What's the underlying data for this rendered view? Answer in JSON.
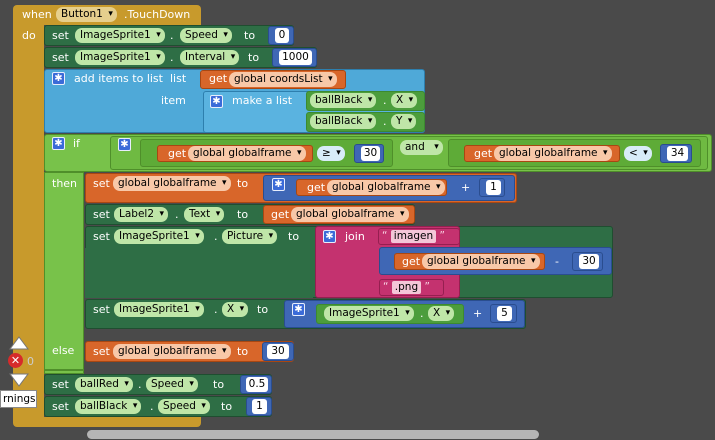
{
  "event": {
    "when": "when",
    "component": "Button1",
    "event": ".TouchDown",
    "do": "do"
  },
  "stmt1": {
    "set": "set",
    "component": "ImageSprite1",
    "dot": ".",
    "prop": "Speed",
    "to": "to",
    "value": "0"
  },
  "stmt2": {
    "set": "set",
    "component": "ImageSprite1",
    "dot": ".",
    "prop": "Interval",
    "to": "to",
    "value": "1000"
  },
  "stmt3": {
    "label": "add items to list",
    "list": "list",
    "get": "get",
    "var": "global coordsList",
    "item": "item",
    "makelist": "make a list",
    "item1_comp": "ballBlack",
    "item1_dot": ".",
    "item1_prop": "X",
    "item2_comp": "ballBlack",
    "item2_dot": ".",
    "item2_prop": "Y"
  },
  "if_block": {
    "if": "if",
    "cond1": {
      "get": "get",
      "var": "global globalframe",
      "op": "≥",
      "value": "30"
    },
    "and": "and",
    "cond2": {
      "get": "get",
      "var": "global globalframe",
      "op": "<",
      "value": "34"
    },
    "then": "then",
    "then1": {
      "set": "set",
      "var": "global globalframe",
      "to": "to",
      "get": "get",
      "getvar": "global globalframe",
      "op": "+",
      "value": "1"
    },
    "then2": {
      "set": "set",
      "component": "Label2",
      "dot": ".",
      "prop": "Text",
      "to": "to",
      "get": "get",
      "getvar": "global globalframe"
    },
    "then3": {
      "set": "set",
      "component": "ImageSprite1",
      "dot": ".",
      "prop": "Picture",
      "to": "to",
      "join": "join",
      "s1": "imagen",
      "get": "get",
      "getvar": "global globalframe",
      "op": "-",
      "value": "30",
      "s2": ".png"
    },
    "then4": {
      "set": "set",
      "component": "ImageSprite1",
      "dot": ".",
      "prop": "X",
      "to": "to",
      "inner_comp": "ImageSprite1",
      "inner_dot": ".",
      "inner_prop": "X",
      "op": "+",
      "value": "5"
    },
    "else": "else",
    "else1": {
      "set": "set",
      "var": "global globalframe",
      "to": "to",
      "value": "30"
    }
  },
  "stmt5": {
    "set": "set",
    "component": "ballRed",
    "dot": ".",
    "prop": "Speed",
    "to": "to",
    "value": "0.5"
  },
  "stmt6": {
    "set": "set",
    "component": "ballBlack",
    "dot": ".",
    "prop": "Speed",
    "to": "to",
    "value": "1"
  },
  "status": {
    "error_count": "0",
    "warnings_label": "rnings"
  },
  "quote_open": "“",
  "quote_close": "”",
  "icons": {
    "mutator": "gear-icon",
    "error": "error-icon",
    "zoom_up": "chevron-up-icon",
    "zoom_down": "chevron-down-icon"
  },
  "colors": {
    "workspace": "#4a4a4a",
    "event": "#c89a2c",
    "component_set": "#2e6e45",
    "list": "#4fa9d8",
    "variable": "#d8662a",
    "control": "#78c24a",
    "math": "#3f67b5",
    "text": "#c4326f"
  }
}
